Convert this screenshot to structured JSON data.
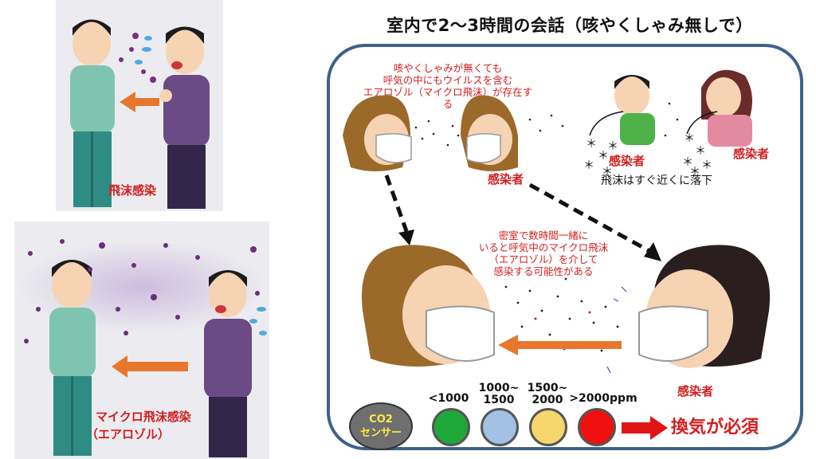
{
  "title": "室内で2～3時間の会話（咳やくしゃみ無しで）",
  "droplet_infection_label": "飛沫感染",
  "micro_droplet_label_1": "マイクロ飛沫感染",
  "micro_droplet_label_2": "（エアロゾル）",
  "note_top": [
    "咳やくしゃみが無くても",
    "呼気の中にもウイルスを含む",
    "エアロゾル（マイクロ飛沫）が存在する"
  ],
  "infected_label": "感染者",
  "droplet_fall_label": "飛沫はすぐ近くに落下",
  "note_mid": [
    "密室で数時間一緒に",
    "いると呼気中のマイクロ飛沫",
    "（エアロゾル）を介して",
    "感染する可能性がある"
  ],
  "sensor_label": [
    "CO2",
    "センサー"
  ],
  "levels": [
    {
      "label": "<1000",
      "color": "#1fa83a"
    },
    {
      "label": "1000~\n1500",
      "color": "#a3c2e3"
    },
    {
      "label": "1500~\n2000",
      "color": "#f5d76e"
    },
    {
      "label": ">2000ppm",
      "color": "#f01010"
    }
  ],
  "ventilation_label": "換気が必須",
  "colors": {
    "box_border": "#3f6188",
    "arrow_orange": "#e8772e",
    "text_red": "#d21e1e"
  }
}
